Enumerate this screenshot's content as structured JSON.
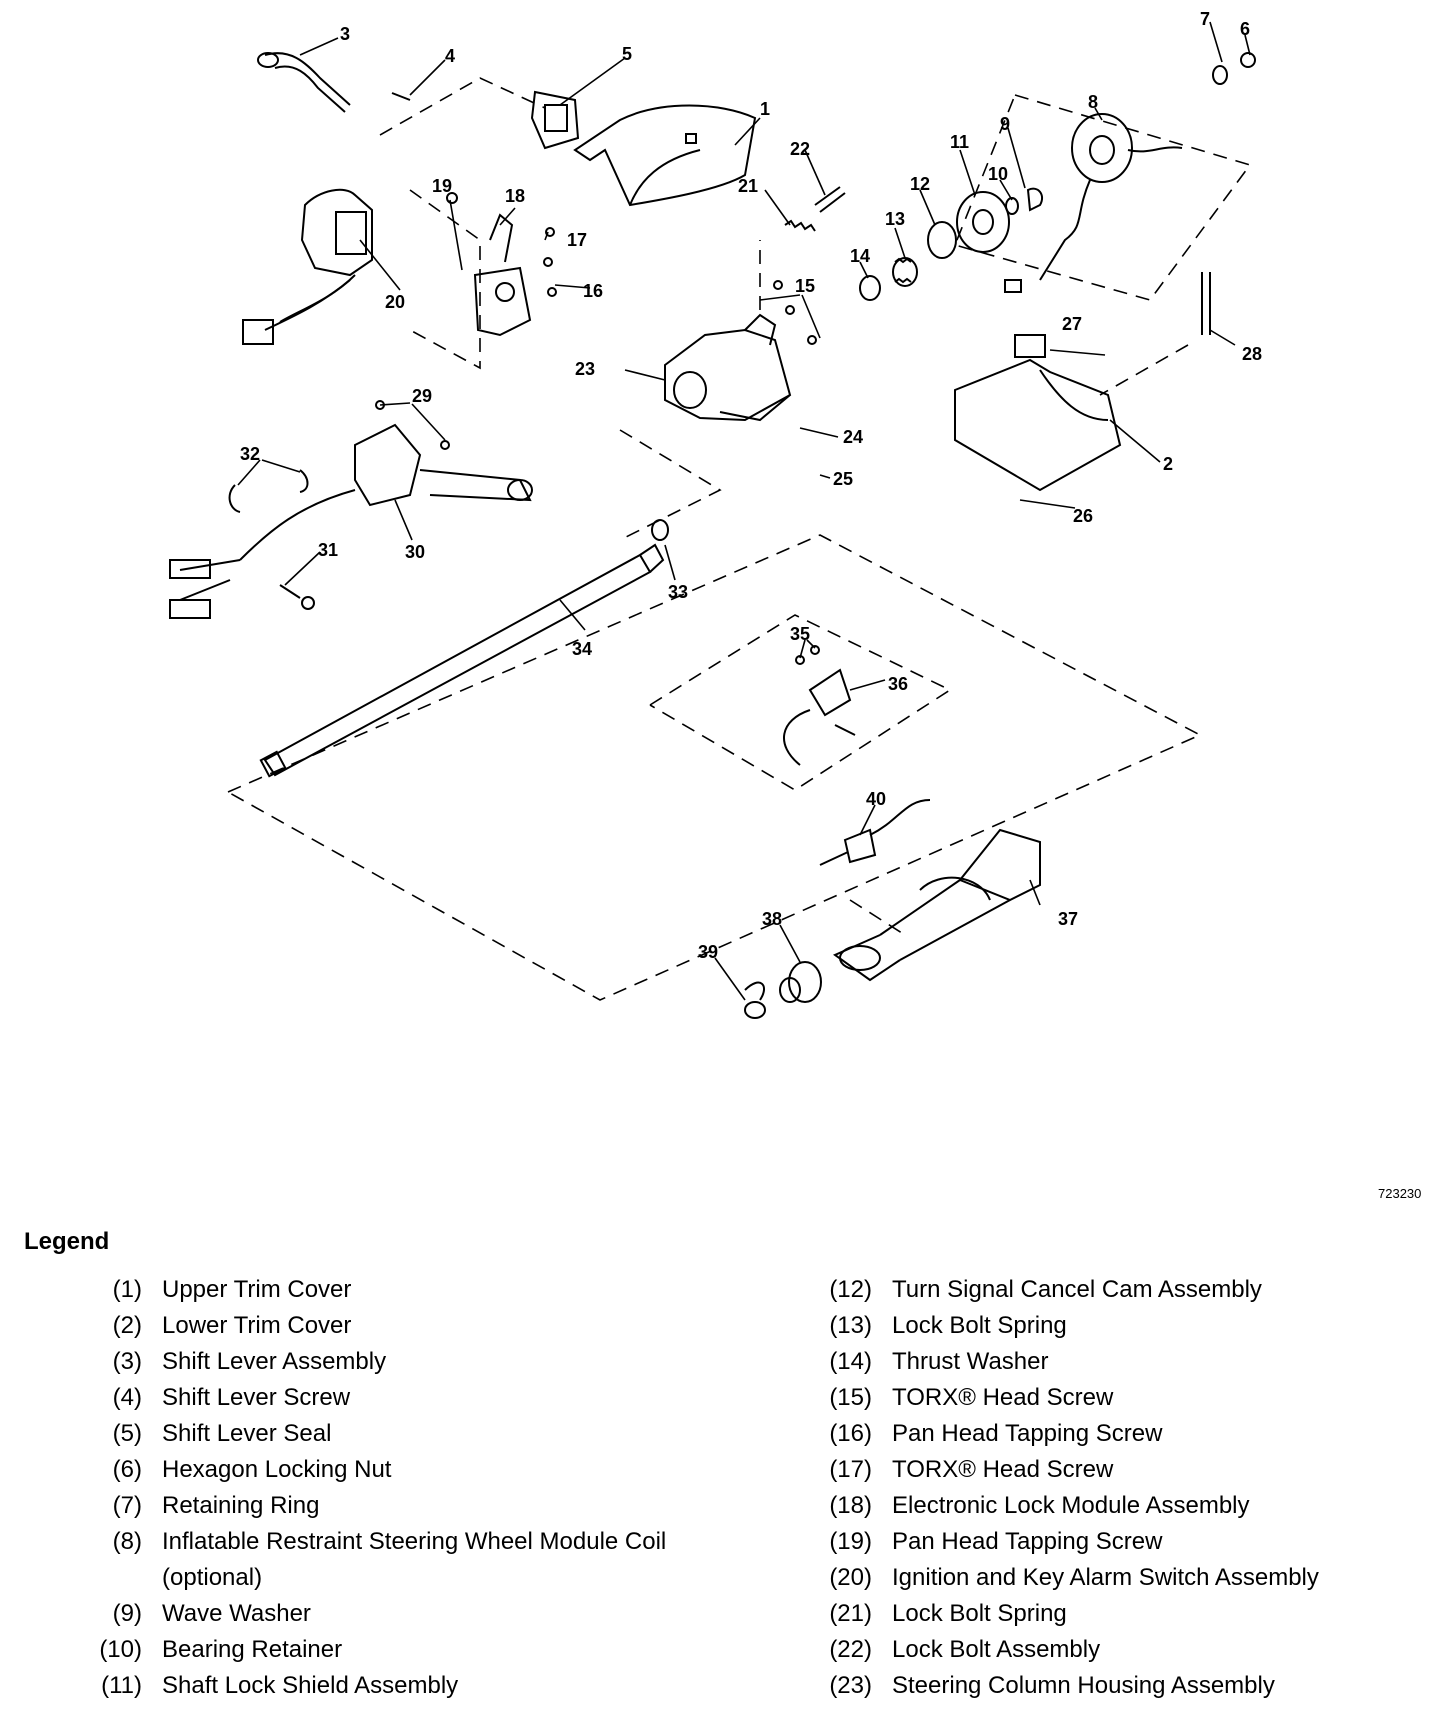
{
  "figure_code": "723230",
  "legend": {
    "title": "Legend",
    "left": [
      {
        "num": "(1)",
        "text": "Upper Trim Cover"
      },
      {
        "num": "(2)",
        "text": "Lower Trim Cover"
      },
      {
        "num": "(3)",
        "text": "Shift Lever Assembly"
      },
      {
        "num": "(4)",
        "text": "Shift Lever Screw"
      },
      {
        "num": "(5)",
        "text": "Shift Lever Seal"
      },
      {
        "num": "(6)",
        "text": "Hexagon Locking Nut"
      },
      {
        "num": "(7)",
        "text": "Retaining Ring"
      },
      {
        "num": "(8)",
        "text": "Inflatable Restraint Steering Wheel Module Coil (optional)"
      },
      {
        "num": "(9)",
        "text": "Wave Washer"
      },
      {
        "num": "(10)",
        "text": "Bearing Retainer"
      },
      {
        "num": "(11)",
        "text": "Shaft Lock Shield Assembly"
      }
    ],
    "right": [
      {
        "num": "(12)",
        "text": "Turn Signal Cancel Cam Assembly"
      },
      {
        "num": "(13)",
        "text": "Lock Bolt Spring"
      },
      {
        "num": "(14)",
        "text": "Thrust Washer"
      },
      {
        "num": "(15)",
        "text": "TORX® Head Screw"
      },
      {
        "num": "(16)",
        "text": "Pan Head Tapping Screw"
      },
      {
        "num": "(17)",
        "text": "TORX® Head Screw"
      },
      {
        "num": "(18)",
        "text": "Electronic Lock Module Assembly"
      },
      {
        "num": "(19)",
        "text": "Pan Head Tapping Screw"
      },
      {
        "num": "(20)",
        "text": "Ignition and Key Alarm Switch Assembly"
      },
      {
        "num": "(21)",
        "text": "Lock Bolt Spring"
      },
      {
        "num": "(22)",
        "text": "Lock Bolt Assembly"
      },
      {
        "num": "(23)",
        "text": "Steering Column Housing Assembly"
      }
    ]
  },
  "callouts": [
    "1",
    "2",
    "3",
    "4",
    "5",
    "6",
    "7",
    "8",
    "9",
    "10",
    "11",
    "12",
    "13",
    "14",
    "15",
    "16",
    "17",
    "18",
    "19",
    "20",
    "21",
    "22",
    "23",
    "24",
    "25",
    "26",
    "27",
    "28",
    "29",
    "30",
    "31",
    "32",
    "33",
    "34",
    "35",
    "36",
    "37",
    "38",
    "39",
    "40"
  ]
}
